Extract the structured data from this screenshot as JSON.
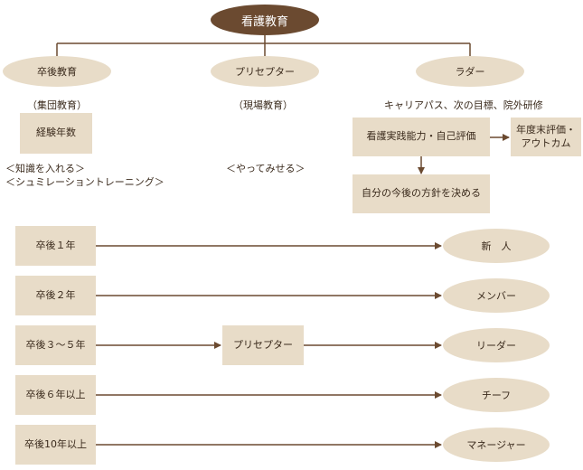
{
  "title": "看護教育",
  "branches": {
    "left": "卒後教育",
    "middle": "プリセプター",
    "right": "ラダー"
  },
  "left_col": {
    "sub": "（集団教育）",
    "box": "経験年数",
    "note1": "＜知識を入れる＞",
    "note2": "＜シュミレーショントレーニング＞"
  },
  "middle_col": {
    "sub": "（現場教育）",
    "note": "＜やってみせる＞"
  },
  "right_col": {
    "sub": "キャリアパス、次の目標、院外研修",
    "box_ability": "看護実践能力・自己評価",
    "box_year_end_1": "年度末評価・",
    "box_year_end_2": "アウトカム",
    "box_policy": "自分の今後の方針を決める"
  },
  "rows": [
    {
      "years": "卒後１年",
      "role": "新　人"
    },
    {
      "years": "卒後２年",
      "role": "メンバー"
    },
    {
      "years": "卒後３～５年",
      "mid": "プリセプター",
      "role": "リーダー"
    },
    {
      "years": "卒後６年以上",
      "role": "チーフ"
    },
    {
      "years": "卒後10年以上",
      "role": "マネージャー"
    }
  ],
  "colors": {
    "dark": "#6b4a30",
    "light": "#e8dcc8",
    "line": "#6b4a30"
  }
}
